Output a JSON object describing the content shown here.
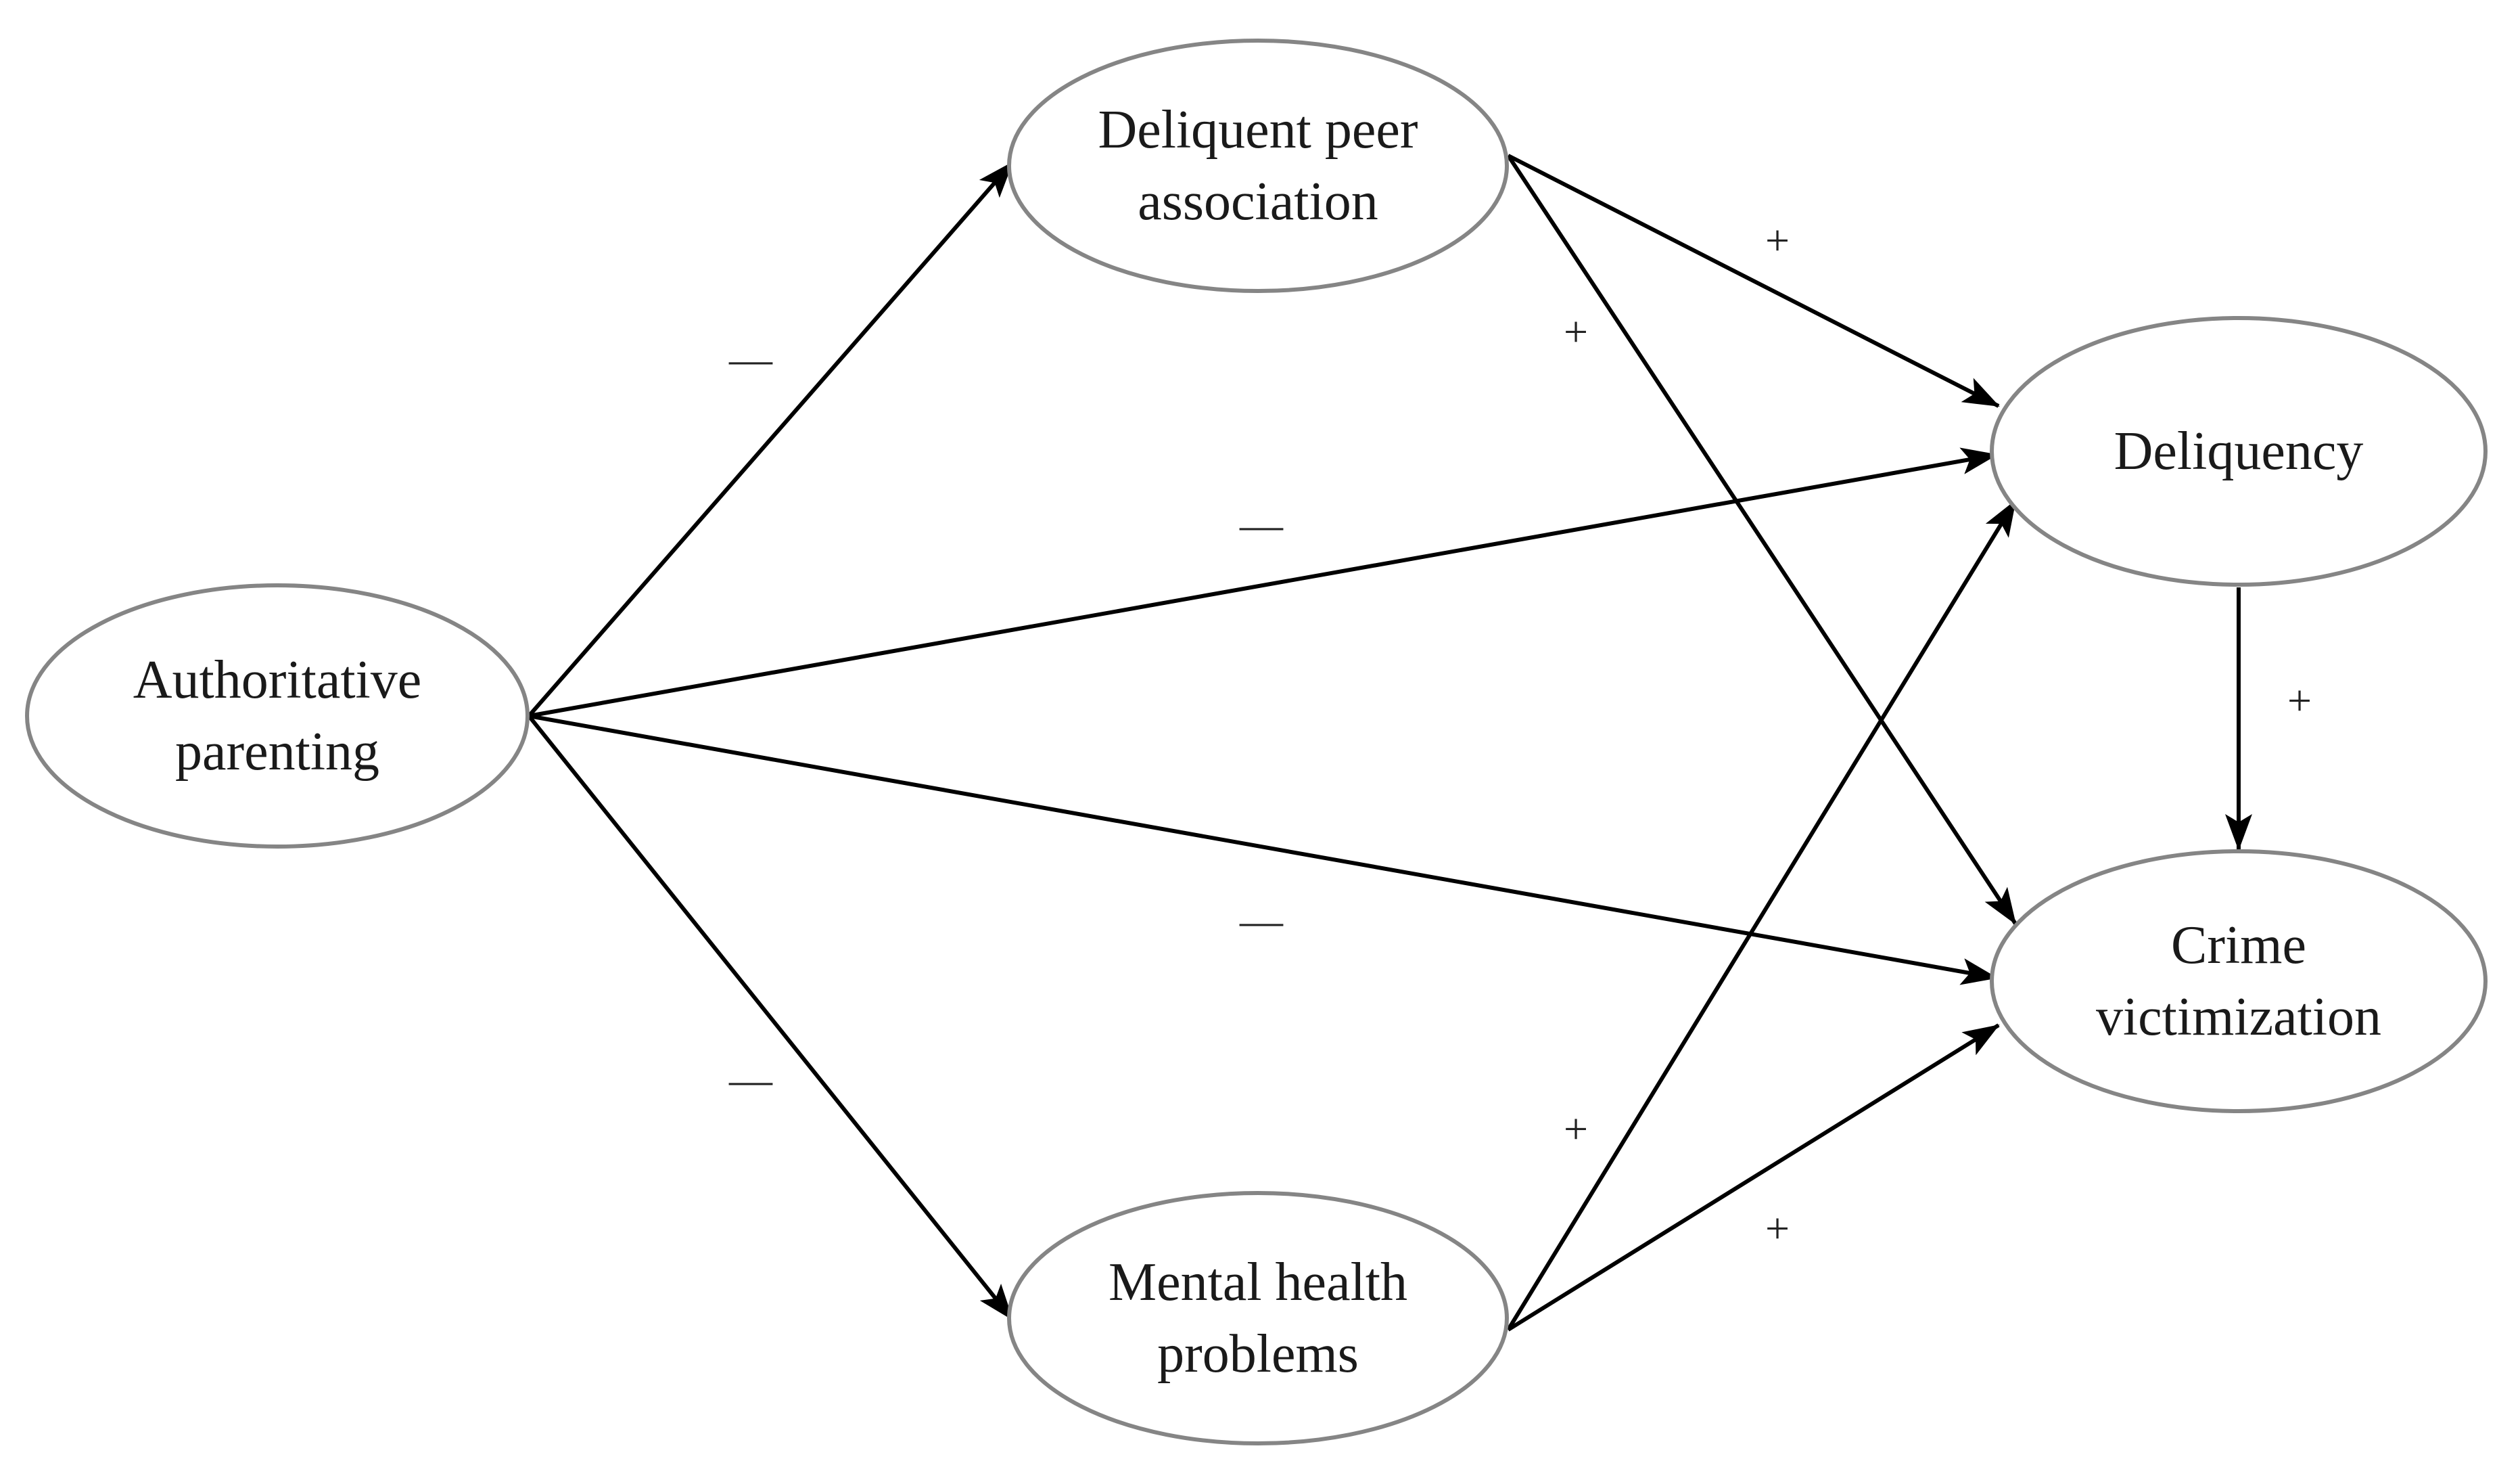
{
  "nodes": [
    {
      "id": "authoritative",
      "lines": [
        "Authoritative",
        "parenting"
      ]
    },
    {
      "id": "peer",
      "lines": [
        "Deliquent peer",
        "association"
      ]
    },
    {
      "id": "mental",
      "lines": [
        "Mental health",
        "problems"
      ]
    },
    {
      "id": "delinquency",
      "lines": [
        "Deliquency"
      ]
    },
    {
      "id": "victimization",
      "lines": [
        "Crime",
        "victimization"
      ]
    }
  ],
  "edges": [
    {
      "from": "authoritative",
      "to": "peer",
      "sign": "—"
    },
    {
      "from": "authoritative",
      "to": "delinquency",
      "sign": "—"
    },
    {
      "from": "authoritative",
      "to": "victimization",
      "sign": "—"
    },
    {
      "from": "authoritative",
      "to": "mental",
      "sign": "—"
    },
    {
      "from": "peer",
      "to": "delinquency",
      "sign": "+"
    },
    {
      "from": "peer",
      "to": "victimization",
      "sign": "+"
    },
    {
      "from": "mental",
      "to": "delinquency",
      "sign": "+"
    },
    {
      "from": "mental",
      "to": "victimization",
      "sign": "+"
    },
    {
      "from": "delinquency",
      "to": "victimization",
      "sign": "+"
    }
  ]
}
